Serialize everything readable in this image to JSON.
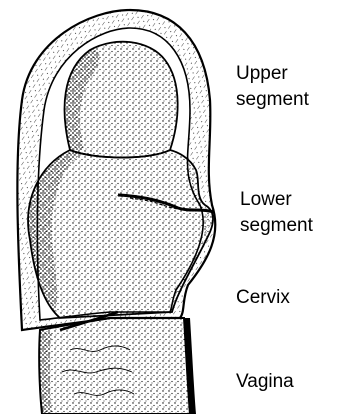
{
  "labels": {
    "upper_line1": "Upper",
    "upper_line2": "segment",
    "lower_line1": "Lower",
    "lower_line2": "segment",
    "cervix": "Cervix",
    "vagina": "Vagina"
  },
  "colors": {
    "ink": "#000000",
    "paper": "#ffffff"
  }
}
